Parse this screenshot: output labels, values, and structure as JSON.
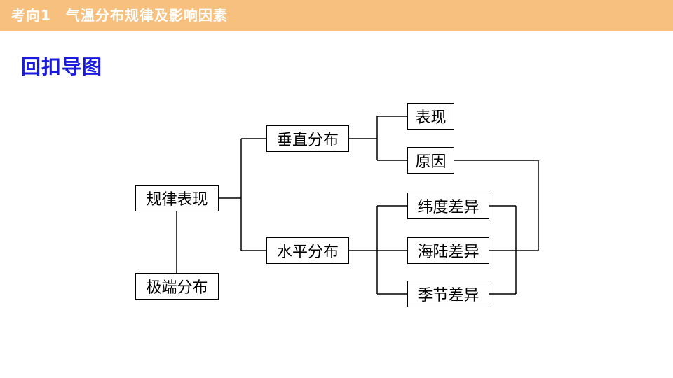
{
  "header": {
    "label": "考向1　气温分布规律及影响因素"
  },
  "section_title": "回扣导图",
  "diagram": {
    "root": "规律表现",
    "polar": "极端分布",
    "vertical": "垂直分布",
    "horizontal": "水平分布",
    "performance": "表现",
    "cause": "原因",
    "latitude": "纬度差异",
    "land_sea": "海陆差异",
    "season": "季节差异"
  },
  "colors": {
    "header_bg": "#f7c07e",
    "title": "#1a1adc",
    "line": "#000000"
  }
}
